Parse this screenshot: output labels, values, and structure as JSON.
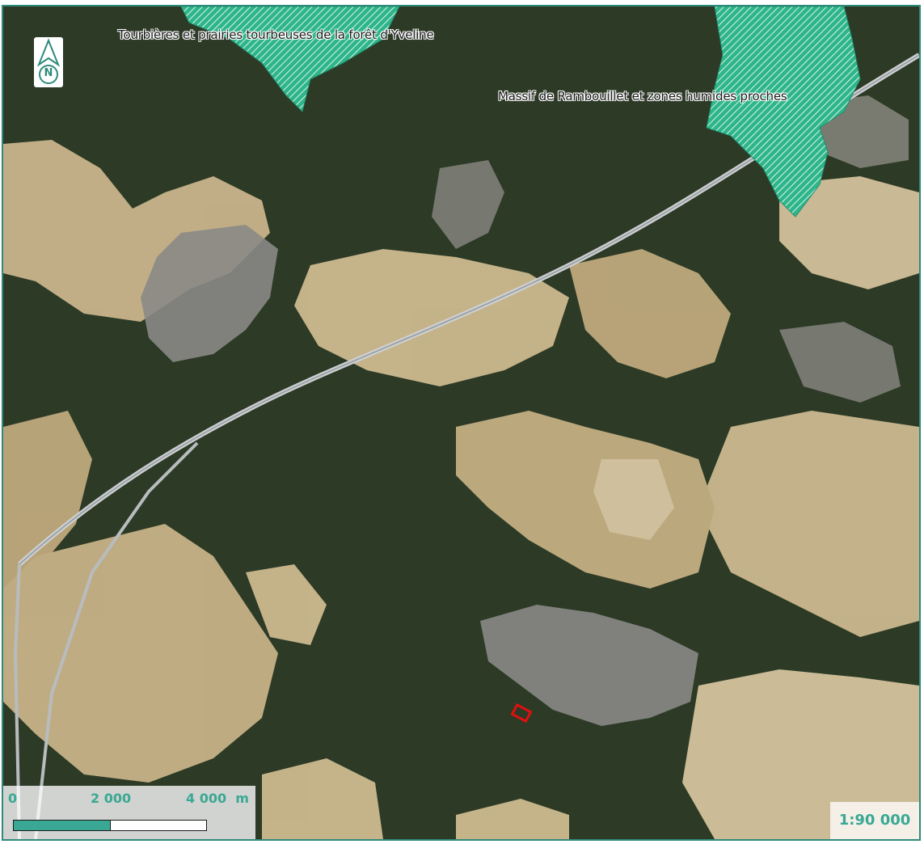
{
  "map": {
    "zones": [
      {
        "label": "Tourbières et prairies tourbeuses de la forêt d'Yveline"
      },
      {
        "label": "Massif de Rambouillet et zones humides proches"
      }
    ],
    "north_arrow": {
      "letter": "N"
    },
    "scale_bar": {
      "labels": [
        "0",
        "2 000",
        "4 000  m"
      ]
    },
    "scale_ratio": "1:90 000",
    "colors": {
      "frame": "#2e8b7a",
      "zone_hatch": "#2fb58a",
      "scale_accent": "#3aa894",
      "site_marker": "#e01010",
      "forest": "#2c3a26",
      "field": "#c9b48b",
      "urban": "#8a8a86"
    },
    "icons": [
      "north-arrow-icon",
      "site-marker-icon"
    ]
  }
}
